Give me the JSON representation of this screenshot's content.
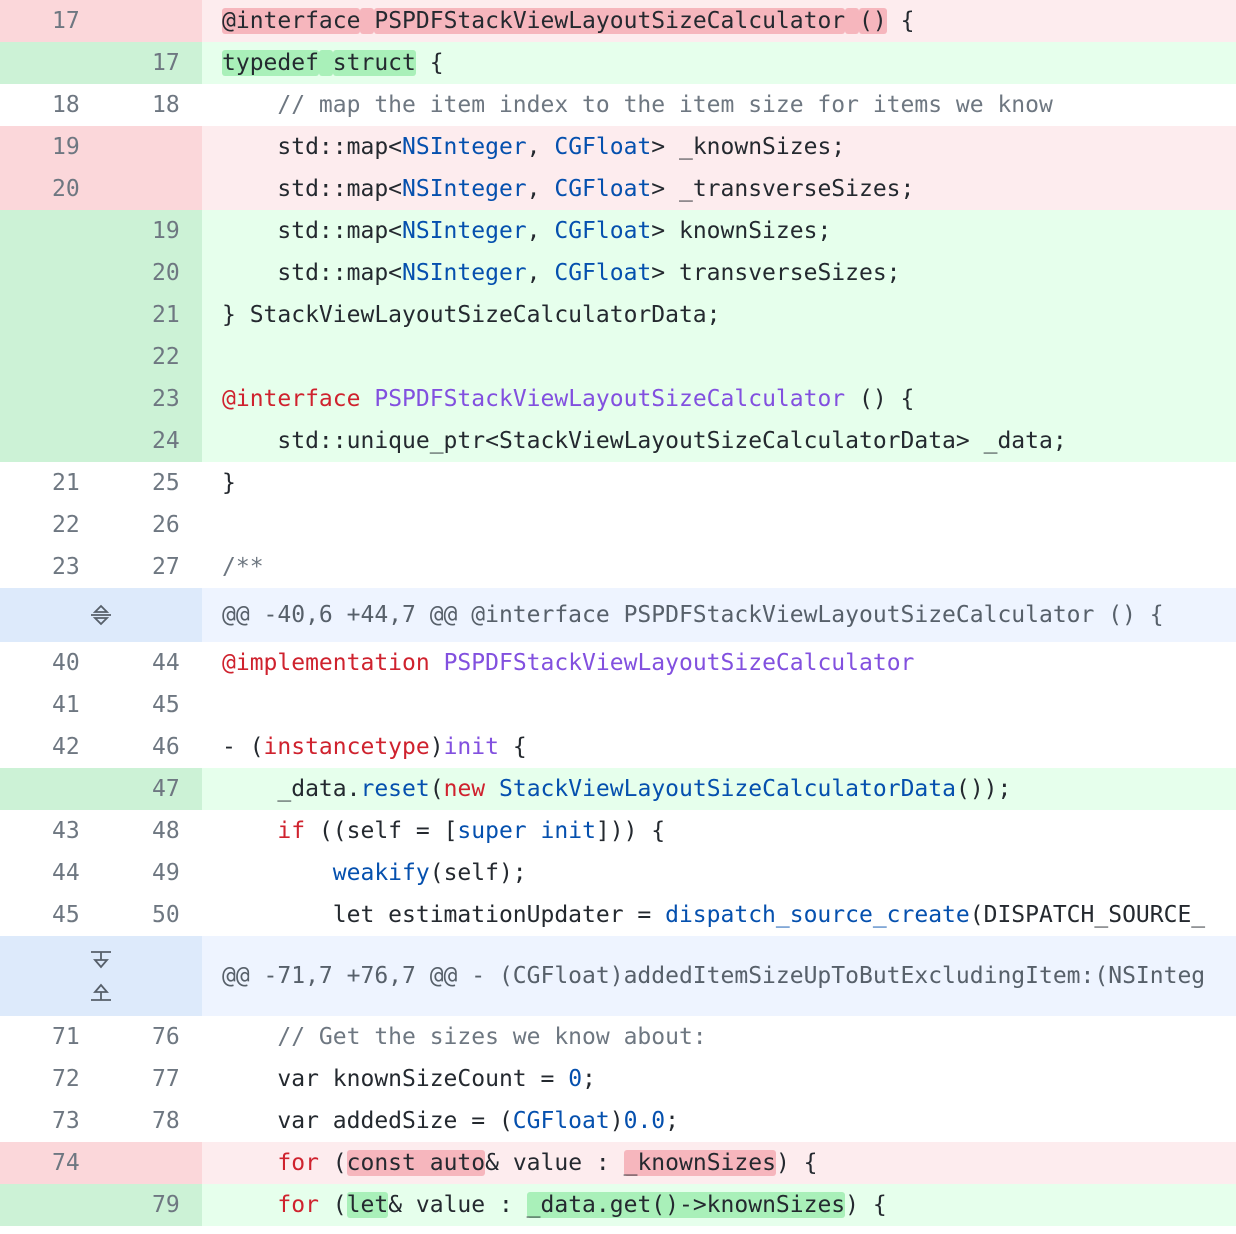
{
  "colors": {
    "deletion_bg": "#fdecee",
    "addition_bg": "#e6ffec",
    "hunk_bg": "#eef4ff",
    "keyword": "#cf222e",
    "type": "#0550ae",
    "class": "#8250df"
  },
  "rows": [
    {
      "kind": "del",
      "old": "17",
      "new": "",
      "tokens": [
        {
          "t": "@interface",
          "c": "hl-del"
        },
        {
          "t": " ",
          "c": "hl-del"
        },
        {
          "t": "PSPDFStackViewLayoutSizeCalculator",
          "c": "hl-del"
        },
        {
          "t": " ",
          "c": "hl-del"
        },
        {
          "t": "()",
          "c": "hl-del"
        },
        {
          "t": " {",
          "c": ""
        }
      ]
    },
    {
      "kind": "add",
      "old": "",
      "new": "17",
      "tokens": [
        {
          "t": "typedef",
          "c": "hl-add"
        },
        {
          "t": " ",
          "c": "hl-add"
        },
        {
          "t": "struct",
          "c": "hl-add"
        },
        {
          "t": " {",
          "c": ""
        }
      ]
    },
    {
      "kind": "ctx",
      "old": "18",
      "new": "18",
      "tokens": [
        {
          "t": "    // map the item index to the item size for items we know",
          "c": "cm"
        }
      ]
    },
    {
      "kind": "del",
      "old": "19",
      "new": "",
      "tokens": [
        {
          "t": "    std::map<",
          "c": ""
        },
        {
          "t": "NSInteger",
          "c": "ty"
        },
        {
          "t": ", ",
          "c": ""
        },
        {
          "t": "CGFloat",
          "c": "ty"
        },
        {
          "t": "> _knownSizes;",
          "c": ""
        }
      ]
    },
    {
      "kind": "del",
      "old": "20",
      "new": "",
      "tokens": [
        {
          "t": "    std::map<",
          "c": ""
        },
        {
          "t": "NSInteger",
          "c": "ty"
        },
        {
          "t": ", ",
          "c": ""
        },
        {
          "t": "CGFloat",
          "c": "ty"
        },
        {
          "t": "> _transverseSizes;",
          "c": ""
        }
      ]
    },
    {
      "kind": "add",
      "old": "",
      "new": "19",
      "tokens": [
        {
          "t": "    std::map<",
          "c": ""
        },
        {
          "t": "NSInteger",
          "c": "ty"
        },
        {
          "t": ", ",
          "c": ""
        },
        {
          "t": "CGFloat",
          "c": "ty"
        },
        {
          "t": "> knownSizes;",
          "c": ""
        }
      ]
    },
    {
      "kind": "add",
      "old": "",
      "new": "20",
      "tokens": [
        {
          "t": "    std::map<",
          "c": ""
        },
        {
          "t": "NSInteger",
          "c": "ty"
        },
        {
          "t": ", ",
          "c": ""
        },
        {
          "t": "CGFloat",
          "c": "ty"
        },
        {
          "t": "> transverseSizes;",
          "c": ""
        }
      ]
    },
    {
      "kind": "add",
      "old": "",
      "new": "21",
      "tokens": [
        {
          "t": "} StackViewLayoutSizeCalculatorData;",
          "c": ""
        }
      ]
    },
    {
      "kind": "add",
      "old": "",
      "new": "22",
      "tokens": []
    },
    {
      "kind": "add",
      "old": "",
      "new": "23",
      "tokens": [
        {
          "t": "@interface",
          "c": "kw"
        },
        {
          "t": " ",
          "c": ""
        },
        {
          "t": "PSPDFStackViewLayoutSizeCalculator",
          "c": "fn"
        },
        {
          "t": " () {",
          "c": ""
        }
      ]
    },
    {
      "kind": "add",
      "old": "",
      "new": "24",
      "tokens": [
        {
          "t": "    std::unique_ptr<StackViewLayoutSizeCalculatorData> _data;",
          "c": ""
        }
      ]
    },
    {
      "kind": "ctx",
      "old": "21",
      "new": "25",
      "tokens": [
        {
          "t": "}",
          "c": ""
        }
      ]
    },
    {
      "kind": "ctx",
      "old": "22",
      "new": "26",
      "tokens": []
    },
    {
      "kind": "ctx",
      "old": "23",
      "new": "27",
      "tokens": [
        {
          "t": "/**",
          "c": "cm"
        }
      ]
    },
    {
      "kind": "hunk",
      "expand": "single",
      "tokens": [
        {
          "t": "@@ -40,6 +44,7 @@ @interface PSPDFStackViewLayoutSizeCalculator () {",
          "c": ""
        }
      ]
    },
    {
      "kind": "ctx",
      "old": "40",
      "new": "44",
      "tokens": [
        {
          "t": "@implementation",
          "c": "kw"
        },
        {
          "t": " ",
          "c": ""
        },
        {
          "t": "PSPDFStackViewLayoutSizeCalculator",
          "c": "fn"
        }
      ]
    },
    {
      "kind": "ctx",
      "old": "41",
      "new": "45",
      "tokens": []
    },
    {
      "kind": "ctx",
      "old": "42",
      "new": "46",
      "tokens": [
        {
          "t": "- (",
          "c": ""
        },
        {
          "t": "instancetype",
          "c": "kw"
        },
        {
          "t": ")",
          "c": ""
        },
        {
          "t": "init",
          "c": "fn"
        },
        {
          "t": " {",
          "c": ""
        }
      ]
    },
    {
      "kind": "add",
      "old": "",
      "new": "47",
      "tokens": [
        {
          "t": "    _data.",
          "c": ""
        },
        {
          "t": "reset",
          "c": "ty"
        },
        {
          "t": "(",
          "c": ""
        },
        {
          "t": "new",
          "c": "kw"
        },
        {
          "t": " ",
          "c": ""
        },
        {
          "t": "StackViewLayoutSizeCalculatorData",
          "c": "ty"
        },
        {
          "t": "());",
          "c": ""
        }
      ]
    },
    {
      "kind": "ctx",
      "old": "43",
      "new": "48",
      "tokens": [
        {
          "t": "    ",
          "c": ""
        },
        {
          "t": "if",
          "c": "kw"
        },
        {
          "t": " ((self = [",
          "c": ""
        },
        {
          "t": "super",
          "c": "ty"
        },
        {
          "t": " ",
          "c": ""
        },
        {
          "t": "init",
          "c": "ty"
        },
        {
          "t": "])) {",
          "c": ""
        }
      ]
    },
    {
      "kind": "ctx",
      "old": "44",
      "new": "49",
      "tokens": [
        {
          "t": "        ",
          "c": ""
        },
        {
          "t": "weakify",
          "c": "ty"
        },
        {
          "t": "(self);",
          "c": ""
        }
      ]
    },
    {
      "kind": "ctx",
      "old": "45",
      "new": "50",
      "tokens": [
        {
          "t": "        let estimationUpdater = ",
          "c": ""
        },
        {
          "t": "dispatch_source_create",
          "c": "ty"
        },
        {
          "t": "(DISPATCH_SOURCE_",
          "c": ""
        }
      ]
    },
    {
      "kind": "hunk",
      "expand": "double",
      "tokens": [
        {
          "t": "@@ -71,7 +76,7 @@ - (CGFloat)addedItemSizeUpToButExcludingItem:(NSInteg",
          "c": ""
        }
      ]
    },
    {
      "kind": "ctx",
      "old": "71",
      "new": "76",
      "tokens": [
        {
          "t": "    // Get the sizes we know about:",
          "c": "cm"
        }
      ]
    },
    {
      "kind": "ctx",
      "old": "72",
      "new": "77",
      "tokens": [
        {
          "t": "    var knownSizeCount = ",
          "c": ""
        },
        {
          "t": "0",
          "c": "nm"
        },
        {
          "t": ";",
          "c": ""
        }
      ]
    },
    {
      "kind": "ctx",
      "old": "73",
      "new": "78",
      "tokens": [
        {
          "t": "    var addedSize = (",
          "c": ""
        },
        {
          "t": "CGFloat",
          "c": "ty"
        },
        {
          "t": ")",
          "c": ""
        },
        {
          "t": "0.0",
          "c": "nm"
        },
        {
          "t": ";",
          "c": ""
        }
      ]
    },
    {
      "kind": "del",
      "old": "74",
      "new": "",
      "tokens": [
        {
          "t": "    ",
          "c": ""
        },
        {
          "t": "for",
          "c": "kw"
        },
        {
          "t": " (",
          "c": ""
        },
        {
          "t": "const auto",
          "c": "hl-del"
        },
        {
          "t": "& value : ",
          "c": ""
        },
        {
          "t": "_knownSizes",
          "c": "hl-del"
        },
        {
          "t": ") {",
          "c": ""
        }
      ]
    },
    {
      "kind": "add",
      "old": "",
      "new": "79",
      "tokens": [
        {
          "t": "    ",
          "c": ""
        },
        {
          "t": "for",
          "c": "kw"
        },
        {
          "t": " (",
          "c": ""
        },
        {
          "t": "let",
          "c": "hl-add"
        },
        {
          "t": "& value : ",
          "c": ""
        },
        {
          "t": "_data.get()->knownSizes",
          "c": "hl-add"
        },
        {
          "t": ") {",
          "c": ""
        }
      ]
    }
  ]
}
